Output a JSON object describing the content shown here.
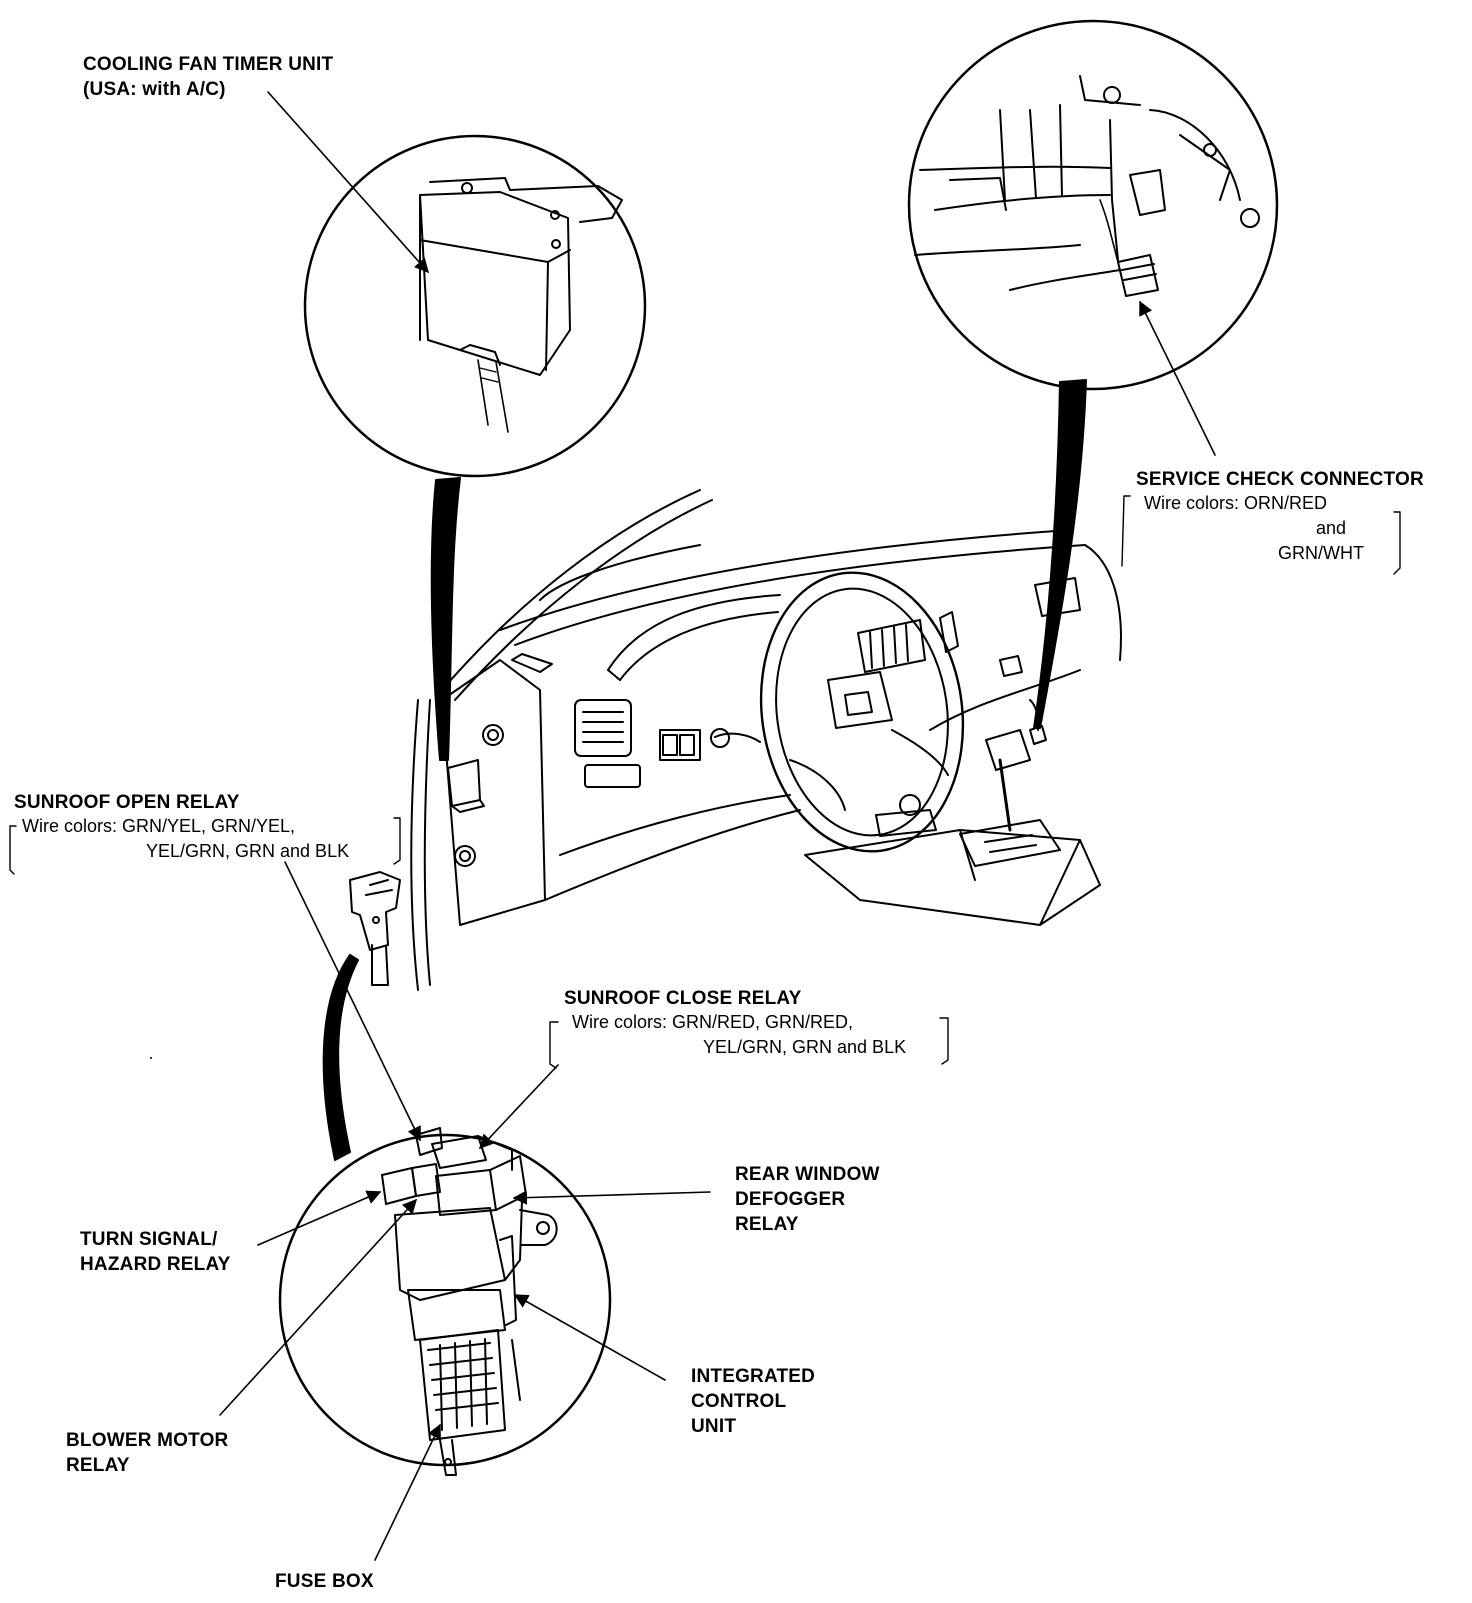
{
  "diagram": {
    "cooling_fan_timer_unit": {
      "line1": "COOLING FAN TIMER UNIT",
      "line2": "(USA: with A/C)"
    },
    "service_check_connector": {
      "title": "SERVICE CHECK CONNECTOR",
      "wire_line1": "Wire colors: ORN/RED",
      "wire_line2": "and",
      "wire_line3": "GRN/WHT"
    },
    "sunroof_open_relay": {
      "title": "SUNROOF OPEN RELAY",
      "wire_line1": "Wire colors: GRN/YEL, GRN/YEL,",
      "wire_line2": "YEL/GRN, GRN and BLK"
    },
    "sunroof_close_relay": {
      "title": "SUNROOF CLOSE RELAY",
      "wire_line1": "Wire colors: GRN/RED, GRN/RED,",
      "wire_line2": "YEL/GRN, GRN and BLK"
    },
    "rear_window_defogger_relay": {
      "line1": "REAR WINDOW",
      "line2": "DEFOGGER",
      "line3": "RELAY"
    },
    "turn_signal_hazard_relay": {
      "line1": "TURN SIGNAL/",
      "line2": "HAZARD RELAY"
    },
    "integrated_control_unit": {
      "line1": "INTEGRATED",
      "line2": "CONTROL",
      "line3": "UNIT"
    },
    "blower_motor_relay": {
      "line1": "BLOWER MOTOR",
      "line2": "RELAY"
    },
    "fuse_box": {
      "label": "FUSE BOX"
    }
  }
}
